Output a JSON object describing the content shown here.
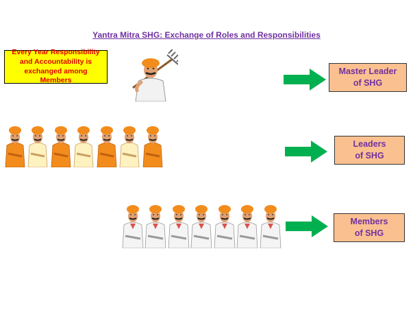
{
  "title": "Yantra Mitra SHG: Exchange of Roles and Responsibilities",
  "note": "Every Year Responsibility and Accountability is exchanged among Members",
  "rows": [
    {
      "label": "Master Leader\nof SHG",
      "count": 1,
      "style": "master"
    },
    {
      "label": "Leaders\nof SHG",
      "count": 7,
      "style": "leaders"
    },
    {
      "label": "Members\nof SHG",
      "count": 7,
      "style": "members"
    }
  ],
  "colors": {
    "title": "#7030a0",
    "note_bg": "#ffff00",
    "note_text": "#e00000",
    "box_bg": "#fac090",
    "arrow": "#00b050",
    "turban": "#f28c1c"
  }
}
